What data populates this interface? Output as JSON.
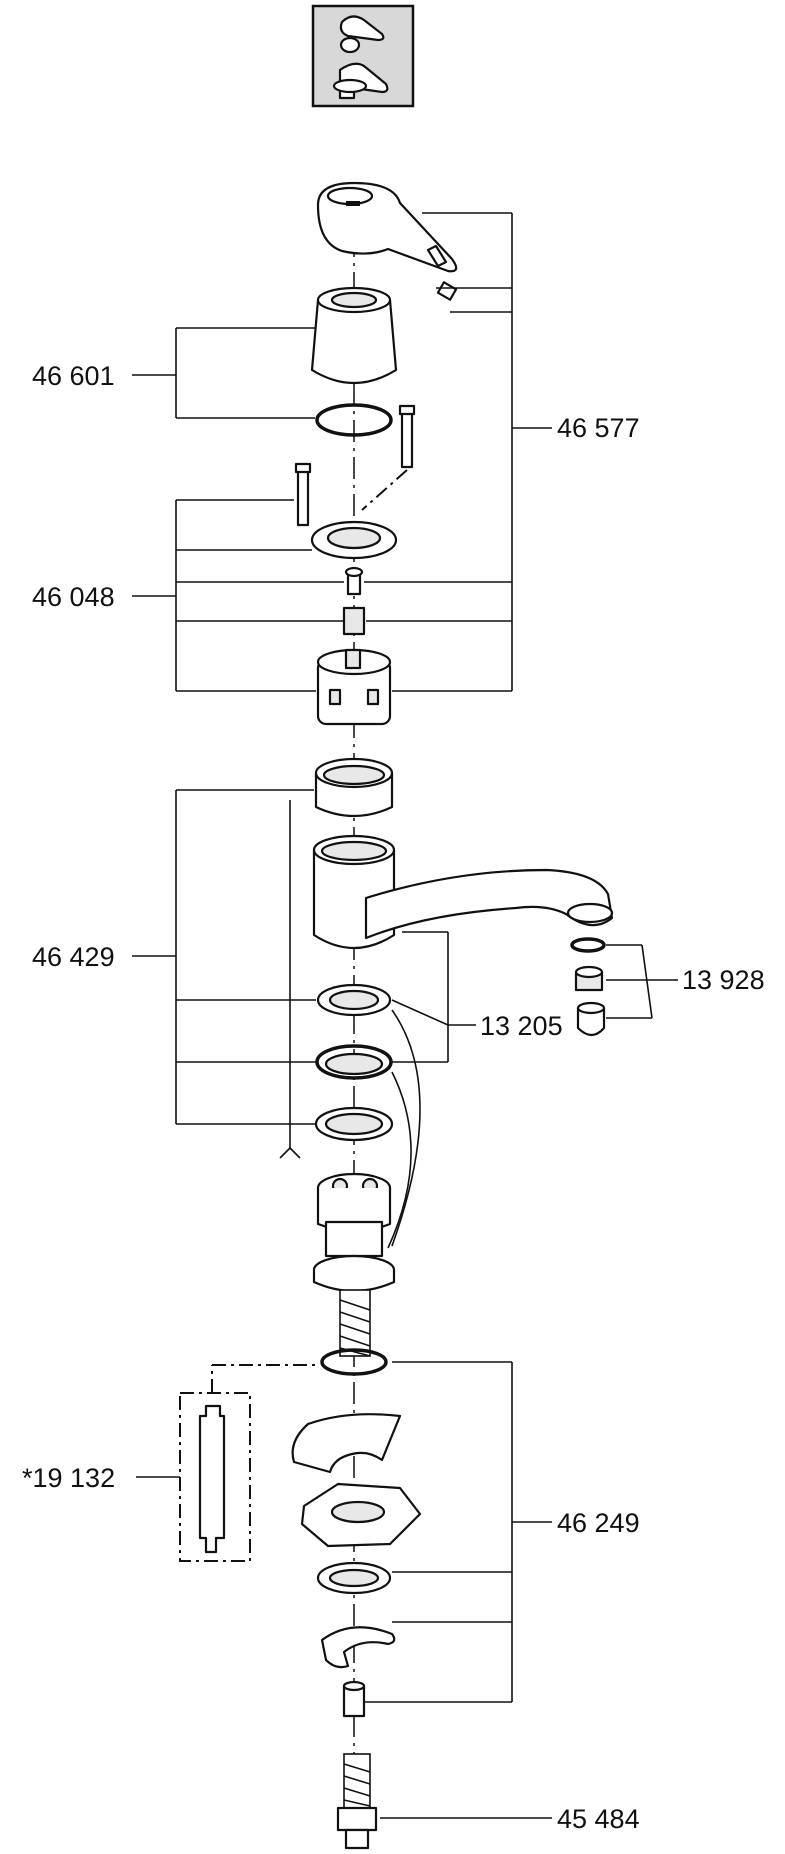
{
  "part_labels": [
    {
      "id": "handle-kit",
      "text": "46 577"
    },
    {
      "id": "cap",
      "text": "46 601"
    },
    {
      "id": "cartridge",
      "text": "46 048"
    },
    {
      "id": "body-seal-kit",
      "text": "46 429"
    },
    {
      "id": "aerator",
      "text": "13 928"
    },
    {
      "id": "o-ring-set",
      "text": "13 205"
    },
    {
      "id": "mounting-kit",
      "text": "46 249"
    },
    {
      "id": "service-tool",
      "text": "*19 132"
    },
    {
      "id": "flex-hose",
      "text": "45 484"
    }
  ]
}
